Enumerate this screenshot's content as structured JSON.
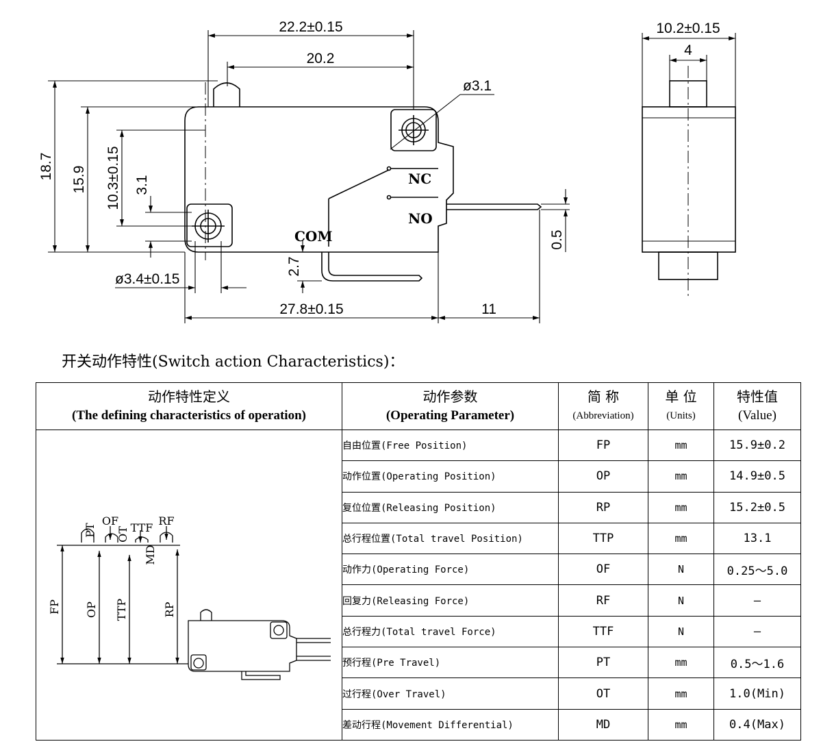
{
  "drawing": {
    "dims": {
      "width_top": "22.2±0.15",
      "inner_width": "20.2",
      "height_total": "18.7",
      "height_body": "15.9",
      "hole_height": "10.3±0.15",
      "hole_offset": "3.1",
      "hole_dia_top": "ø3.1",
      "hole_dia_bottom": "ø3.4±0.15",
      "body_length": "27.8±0.15",
      "lever_ext": "11",
      "lever_thickness": "0.5",
      "com_offset": "2.7",
      "side_width": "10.2±0.15",
      "side_plunger": "4"
    },
    "labels": {
      "nc": "NC",
      "no": "NO",
      "com": "COM"
    }
  },
  "section_title": "开关动作特性(Switch action Characteristics)：",
  "table": {
    "headers": [
      {
        "zh": "动作特性定义",
        "en": "(The defining characteristics of operation)"
      },
      {
        "zh": "动作参数",
        "en": "(Operating Parameter)"
      },
      {
        "zh": "简 称",
        "en": "(Abbreviation)"
      },
      {
        "zh": "单 位",
        "en": "(Units)"
      },
      {
        "zh": "特性值",
        "en": "(Value)"
      }
    ],
    "rows": [
      {
        "param": "自由位置(Free Position)",
        "abbr": "FP",
        "unit": "mm",
        "value": "15.9±0.2"
      },
      {
        "param": "动作位置(Operating Position)",
        "abbr": "OP",
        "unit": "mm",
        "value": "14.9±0.5"
      },
      {
        "param": "复位位置(Releasing Position)",
        "abbr": "RP",
        "unit": "mm",
        "value": "15.2±0.5"
      },
      {
        "param": "总行程位置(Total travel Position)",
        "abbr": "TTP",
        "unit": "mm",
        "value": "13.1"
      },
      {
        "param": "动作力(Operating Force)",
        "abbr": "OF",
        "unit": "N",
        "value": "0.25～5.0"
      },
      {
        "param": "回复力(Releasing Force)",
        "abbr": "RF",
        "unit": "N",
        "value": "—"
      },
      {
        "param": "总行程力(Total travel Force)",
        "abbr": "TTF",
        "unit": "N",
        "value": "—"
      },
      {
        "param": "预行程(Pre Travel)",
        "abbr": "PT",
        "unit": "mm",
        "value": "0.5～1.6"
      },
      {
        "param": "过行程(Over Travel)",
        "abbr": "OT",
        "unit": "mm",
        "value": "1.0(Min)"
      },
      {
        "param": "差动行程(Movement Differential)",
        "abbr": "MD",
        "unit": "mm",
        "value": "0.4(Max)"
      }
    ],
    "mini": {
      "pt": "PT",
      "of": "OF",
      "ot": "OT",
      "ttf": "TTF",
      "rf": "RF",
      "md": "MD",
      "fp": "FP",
      "op": "OP",
      "ttp": "TTP",
      "rp": "RP"
    }
  }
}
